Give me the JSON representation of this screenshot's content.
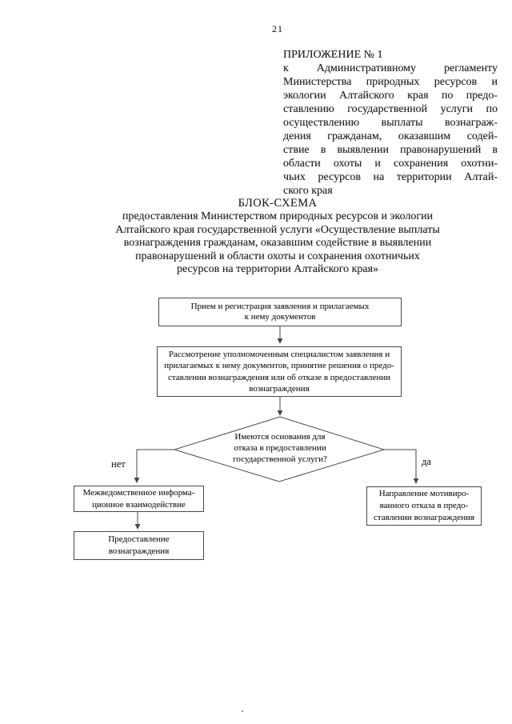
{
  "page": {
    "number": "21",
    "appendix_lines": [
      "ПРИЛОЖЕНИЕ № 1",
      "к Административному регламенту",
      "Министерства природных ресурсов и",
      "экологии Алтайского края по предо-",
      "ставлению государственной услуги по",
      "осуществлению выплаты вознаграж-",
      "дения гражданам, оказавшим содей-",
      "ствие в выявлении правонарушений в",
      "области охоты и сохранения охотни-",
      "чьих ресурсов на территории Алтай-",
      "ского края"
    ],
    "scheme_title": "БЛОК-СХЕМА",
    "scheme_subtitle_lines": [
      "предоставления Министерством природных ресурсов и экологии",
      "Алтайского края государственной услуги «Осуществление выплаты",
      "вознаграждения гражданам, оказавшим содействие в выявлении",
      "правонарушений в области охоты и сохранения охотничьих",
      "ресурсов на территории Алтайского края»"
    ]
  },
  "flowchart": {
    "step_receive_lines": [
      "Прием и регистрация заявления и прилагаемых",
      "к нему документов"
    ],
    "step_review_lines": [
      "Рассмотрение уполномоченным специалистом заявления и",
      "прилагаемых к нему документов, принятие решения о предо-",
      "ставлении вознаграждения или об отказе в предоставлении",
      "вознаграждения"
    ],
    "decision_lines": [
      "Имеются основания для",
      "отказа в предоставлении",
      "государственной услуги?"
    ],
    "branch_no_label": "нет",
    "branch_yes_label": "да",
    "step_interagency_lines": [
      "Межведомственное информа-",
      "ционное взаимодействие"
    ],
    "step_grant_lines": [
      "Предоставление",
      "вознаграждения"
    ],
    "step_refusal_lines": [
      "Направление мотивиро-",
      "ванного отказа в предо-",
      "ставлении вознаграждения"
    ]
  },
  "colors": {
    "paper": "#ffffff",
    "ink": "#202020",
    "line": "#4a4a4a"
  }
}
